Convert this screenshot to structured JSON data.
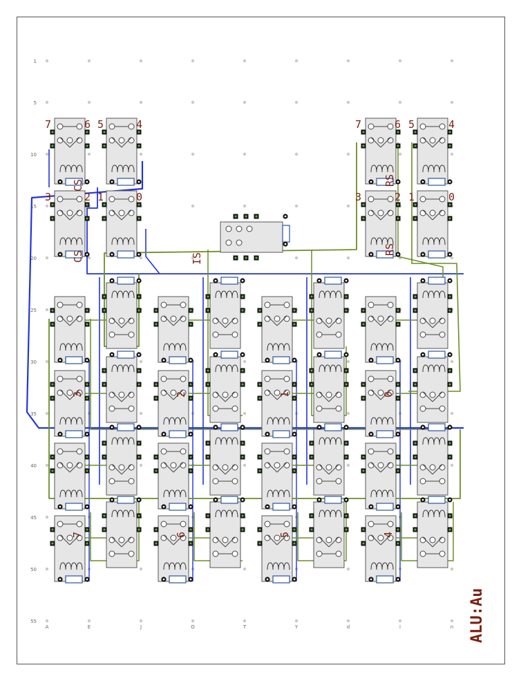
{
  "title": "ALU:Au",
  "colors": {
    "wire_blue": "#2233dd",
    "wire_green": "#6b8e23",
    "label": "#7a1f12",
    "relay_fill": "#e6e6e6",
    "relay_stroke": "#555555",
    "diode": "#3a5fa0",
    "pad": "#111111",
    "pad_green": "#66aa44"
  },
  "row_labels": [
    "1",
    "5",
    "10",
    "15",
    "20",
    "25",
    "30",
    "35",
    "40",
    "45",
    "50",
    "55"
  ],
  "column_labels": [
    "A",
    "E",
    "J",
    "O",
    "T",
    "Y",
    "d",
    "i",
    "n"
  ],
  "register_sections": [
    {
      "name": "CS",
      "bits": [
        "7",
        "6",
        "5",
        "4",
        "3",
        "2",
        "1",
        "0"
      ]
    },
    {
      "name": "RS",
      "bits": [
        "7",
        "6",
        "5",
        "4",
        "3",
        "2",
        "1",
        "0"
      ]
    }
  ],
  "is_label": "IS",
  "adder_bits_upper": [
    "3",
    "2",
    "1",
    "0"
  ],
  "adder_bits_lower": [
    "7",
    "6",
    "5",
    "4"
  ]
}
